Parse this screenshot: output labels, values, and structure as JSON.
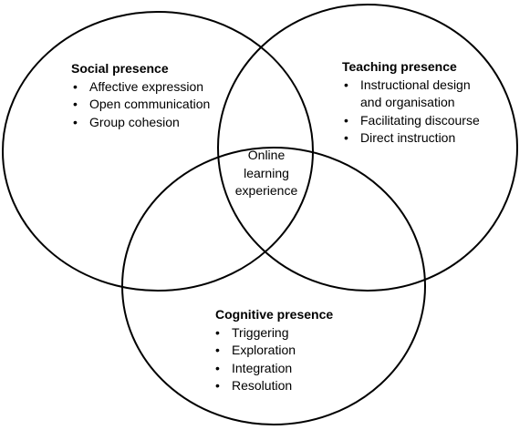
{
  "social": {
    "title": "Social presence",
    "items": [
      "Affective expression",
      "Open communication",
      "Group cohesion"
    ]
  },
  "teaching": {
    "title": "Teaching presence",
    "items": [
      "Instructional design",
      "and organisation",
      "Facilitating discourse",
      "Direct instruction"
    ]
  },
  "cognitive": {
    "title": "Cognitive presence",
    "items": [
      "Triggering",
      "Exploration",
      "Integration",
      "Resolution"
    ]
  },
  "center": {
    "lines": [
      "Online",
      "learning",
      "experience"
    ]
  }
}
